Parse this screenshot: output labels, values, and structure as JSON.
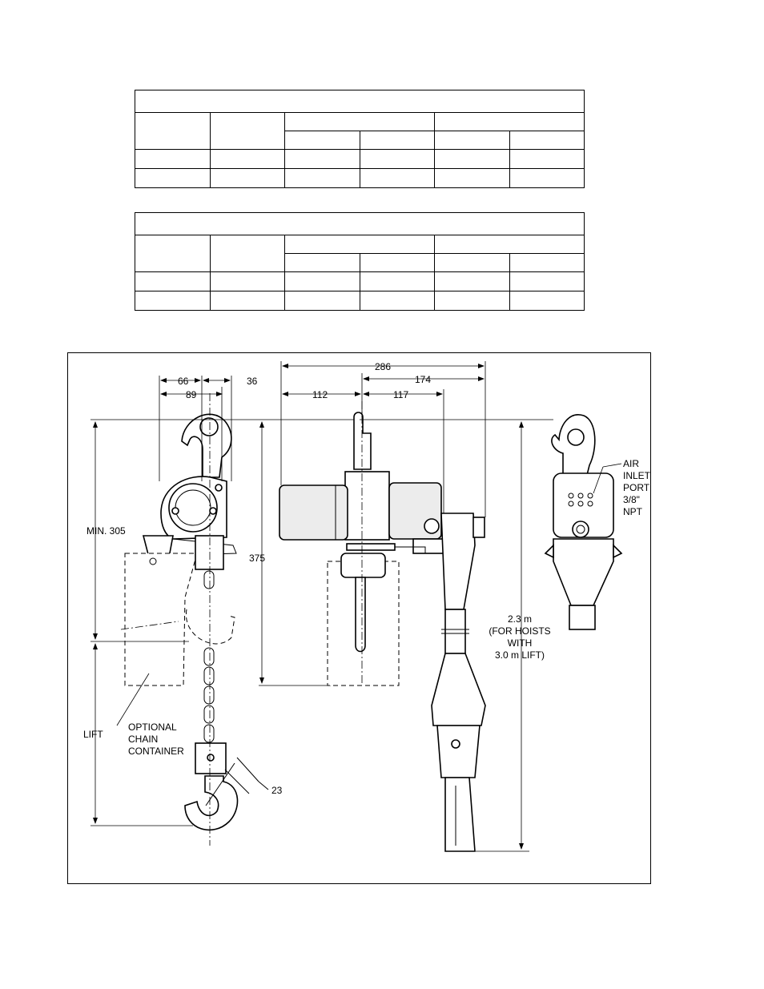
{
  "tables": [
    {
      "title": "",
      "rows": [
        [
          "",
          "",
          "",
          "",
          "",
          ""
        ],
        [
          "",
          "",
          "",
          "",
          "",
          ""
        ]
      ]
    },
    {
      "title": "",
      "rows": [
        [
          "",
          "",
          "",
          "",
          "",
          ""
        ],
        [
          "",
          "",
          "",
          "",
          "",
          ""
        ]
      ]
    }
  ],
  "dimensions": {
    "d66": "66",
    "d36": "36",
    "d89": "89",
    "d286": "286",
    "d174": "174",
    "d112": "112",
    "d117": "117",
    "min305": "MIN. 305",
    "d375": "375",
    "d23": "23",
    "lift": "LIFT"
  },
  "callouts": {
    "air_inlet": [
      "AIR",
      "INLET",
      "PORT",
      "3/8\"",
      "NPT"
    ],
    "chain_container": [
      "OPTIONAL",
      "CHAIN",
      "CONTAINER"
    ],
    "length_note": [
      "2.3 m",
      "(FOR HOISTS",
      "WITH",
      "3.0 m LIFT)"
    ]
  }
}
